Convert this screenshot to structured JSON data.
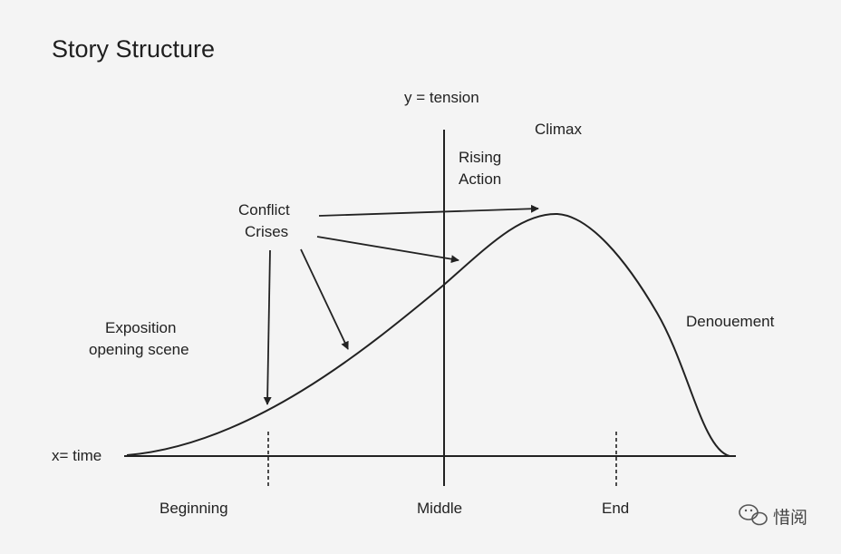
{
  "title": "Story Structure",
  "axes": {
    "y_label": "y = tension",
    "x_label": "x= time"
  },
  "labels": {
    "climax": "Climax",
    "rising_line1": "Rising",
    "rising_line2": "Action",
    "conflict_line1": "Conflict",
    "conflict_line2": "Crises",
    "exposition_line1": "Exposition",
    "exposition_line2": "opening scene",
    "denouement": "Denouement"
  },
  "phases": {
    "beginning": "Beginning",
    "middle": "Middle",
    "end": "End"
  },
  "watermark": {
    "text": "惜阅",
    "icon": "wechat-icon"
  },
  "colors": {
    "background": "#f4f4f4",
    "ink": "#222222"
  }
}
